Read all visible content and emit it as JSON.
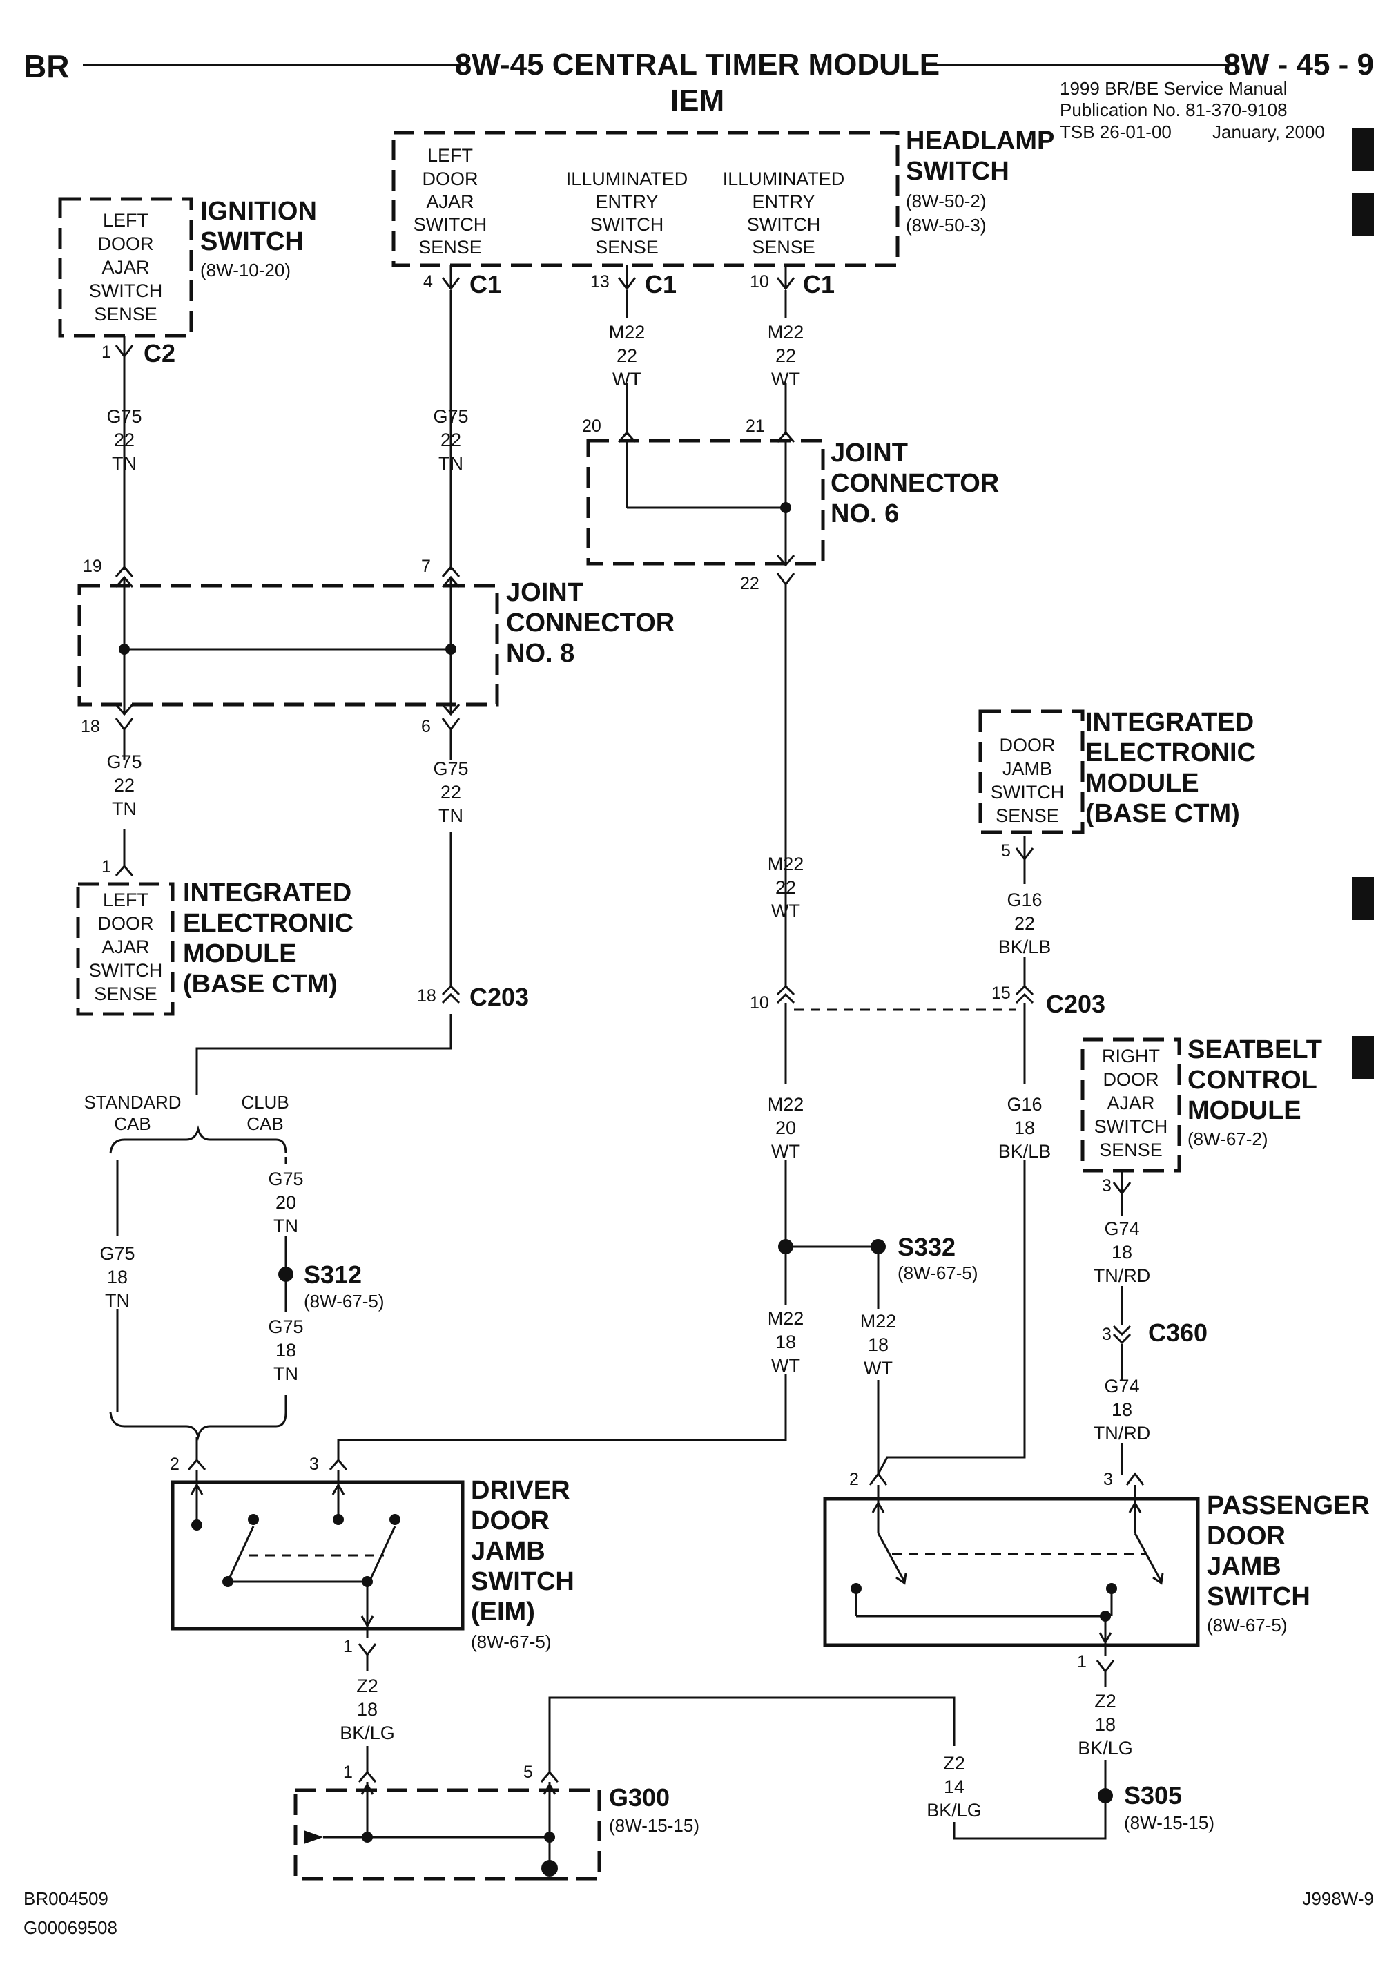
{
  "header": {
    "left_code": "BR",
    "title_line1": "8W-45 CENTRAL TIMER MODULE",
    "title_line2": "IEM",
    "page_number": "8W - 45 - 9",
    "manual_line1": "1999 BR/BE Service Manual",
    "manual_line2": "Publication No. 81-370-9108",
    "tsb": "TSB 26-01-00",
    "date": "January, 2000"
  },
  "components": {
    "headlamp_switch": {
      "name": [
        "HEADLAMP",
        "SWITCH"
      ],
      "refs": [
        "(8W-50-2)",
        "(8W-50-3)"
      ],
      "circuits": [
        [
          "LEFT",
          "DOOR",
          "AJAR",
          "SWITCH",
          "SENSE"
        ],
        [
          "ILLUMINATED",
          "ENTRY",
          "SWITCH",
          "SENSE"
        ],
        [
          "ILLUMINATED",
          "ENTRY",
          "SWITCH",
          "SENSE"
        ]
      ]
    },
    "ignition_switch": {
      "name": [
        "IGNITION",
        "SWITCH"
      ],
      "ref": "(8W-10-20)",
      "circuit": [
        "LEFT",
        "DOOR",
        "AJAR",
        "SWITCH",
        "SENSE"
      ]
    },
    "joint_connector_6": {
      "name": [
        "JOINT",
        "CONNECTOR",
        "NO. 6"
      ]
    },
    "joint_connector_8": {
      "name": [
        "JOINT",
        "CONNECTOR",
        "NO. 8"
      ]
    },
    "iem_left": {
      "name": [
        "INTEGRATED",
        "ELECTRONIC",
        "MODULE",
        "(BASE CTM)"
      ],
      "circuit": [
        "LEFT",
        "DOOR",
        "AJAR",
        "SWITCH",
        "SENSE"
      ]
    },
    "iem_right": {
      "name": [
        "INTEGRATED",
        "ELECTRONIC",
        "MODULE",
        "(BASE CTM)"
      ],
      "circuit": [
        "DOOR",
        "JAMB",
        "SWITCH",
        "SENSE"
      ]
    },
    "seatbelt_module": {
      "name": [
        "SEATBELT",
        "CONTROL",
        "MODULE"
      ],
      "ref": "(8W-67-2)",
      "circuit": [
        "RIGHT",
        "DOOR",
        "AJAR",
        "SWITCH",
        "SENSE"
      ]
    },
    "driver_switch": {
      "name": [
        "DRIVER",
        "DOOR",
        "JAMB",
        "SWITCH",
        "(EIM)"
      ],
      "ref": "(8W-67-5)"
    },
    "passenger_switch": {
      "name": [
        "PASSENGER",
        "DOOR",
        "JAMB",
        "SWITCH"
      ],
      "ref": "(8W-67-5)"
    },
    "g300": {
      "name": "G300",
      "ref": "(8W-15-15)"
    }
  },
  "connectors": {
    "c1": "C1",
    "c2": "C2",
    "c203": "C203",
    "c360": "C360"
  },
  "splices": {
    "s312": {
      "name": "S312",
      "ref": "(8W-67-5)"
    },
    "s332": {
      "name": "S332",
      "ref": "(8W-67-5)"
    },
    "s305": {
      "name": "S305",
      "ref": "(8W-15-15)"
    }
  },
  "pins": {
    "p4": "4",
    "p13": "13",
    "p10": "10",
    "p1": "1",
    "p20": "20",
    "p21": "21",
    "p22": "22",
    "p19": "19",
    "p7": "7",
    "p18": "18",
    "p6": "6",
    "p5": "5",
    "p15": "15",
    "p3": "3",
    "p2": "2"
  },
  "wires": {
    "g75_22": [
      "G75",
      "22",
      "TN"
    ],
    "g75_20": [
      "G75",
      "20",
      "TN"
    ],
    "g75_18": [
      "G75",
      "18",
      "TN"
    ],
    "m22_22": [
      "M22",
      "22",
      "WT"
    ],
    "m22_20": [
      "M22",
      "20",
      "WT"
    ],
    "m22_18": [
      "M22",
      "18",
      "WT"
    ],
    "g16_22": [
      "G16",
      "22",
      "BK/LB"
    ],
    "g16_18": [
      "G16",
      "18",
      "BK/LB"
    ],
    "g74_18": [
      "G74",
      "18",
      "TN/RD"
    ],
    "z2_18": [
      "Z2",
      "18",
      "BK/LG"
    ],
    "z2_14": [
      "Z2",
      "14",
      "BK/LG"
    ]
  },
  "options": {
    "standard": [
      "STANDARD",
      "CAB"
    ],
    "club": [
      "CLUB",
      "CAB"
    ]
  },
  "footer": {
    "code_left1": "BR004509",
    "code_left2": "G00069508",
    "code_right": "J998W-9"
  }
}
